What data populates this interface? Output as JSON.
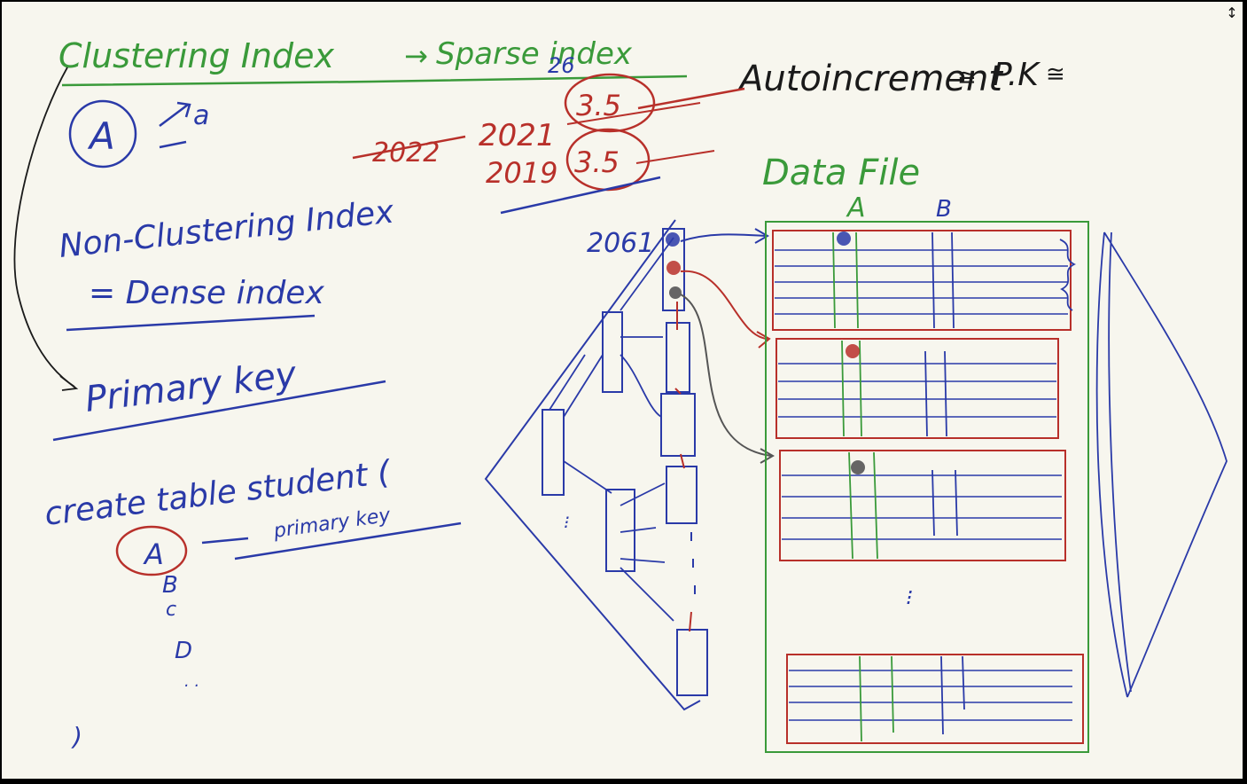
{
  "colors": {
    "board": "#f7f6ee",
    "green": "#3a9a3a",
    "blue": "#2a3aa8",
    "red": "#b8302a",
    "black": "#1a1a1a",
    "gray": "#555555",
    "frame": "#000000"
  },
  "left_notes": {
    "clustering_index": "Clustering Index",
    "arrow_sparse": "→",
    "sparse_index": "Sparse index",
    "circled_a": "A",
    "a_annotation": "a",
    "non_clustering_index": "Non-Clustering Index",
    "dense_index": "= Dense index",
    "primary_key": "Primary key",
    "create_table": "create table student (",
    "primary_key_small": "primary key",
    "col_a": "A",
    "col_b": "B",
    "col_c": "c",
    "col_d": "D",
    "dots": ". .",
    "close_paren": ")"
  },
  "top_right": {
    "autoincrement": "Autoincrement",
    "autoincrement_mark": "≅",
    "pk": "P.K",
    "pk_mark": "≅"
  },
  "index_values": {
    "top_number": "26",
    "v_2021": "2021",
    "v_2021_circled": "3.5",
    "v_2022": "2022",
    "v_2019": "2019",
    "v_2019_circled": "3.5",
    "v_2061": "2061"
  },
  "data_file": {
    "title": "Data File",
    "col_a": "A",
    "col_b": "B"
  },
  "ui": {
    "resize_icon": "↕"
  }
}
